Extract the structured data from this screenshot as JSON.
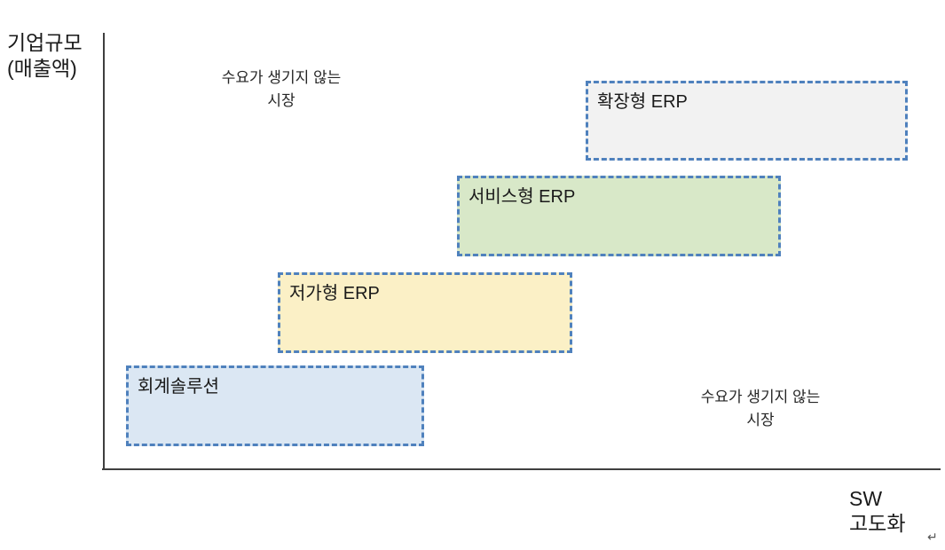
{
  "diagram": {
    "y_axis": {
      "label_line1": "기업규모",
      "label_line2": "(매출액)"
    },
    "x_axis": {
      "label_line1": "SW",
      "label_line2": "고도화"
    },
    "annotation_top_left": {
      "line1": "수요가 생기지 않는",
      "line2": "시장"
    },
    "annotation_bottom_right": {
      "line1": "수요가 생기지 않는",
      "line2": "시장"
    },
    "boxes": [
      {
        "label": "회계솔루션",
        "fill": "#DBE7F3"
      },
      {
        "label": "저가형 ERP",
        "fill": "#FBF0C6"
      },
      {
        "label": "서비스형 ERP",
        "fill": "#D8E8C8"
      },
      {
        "label": "확장형 ERP",
        "fill": "#F2F2F2"
      }
    ],
    "paragraph_mark": "↵"
  },
  "colors": {
    "box_border": "#4F81BD",
    "axis": "#3F3F3F",
    "text": "#1A1A1A"
  }
}
